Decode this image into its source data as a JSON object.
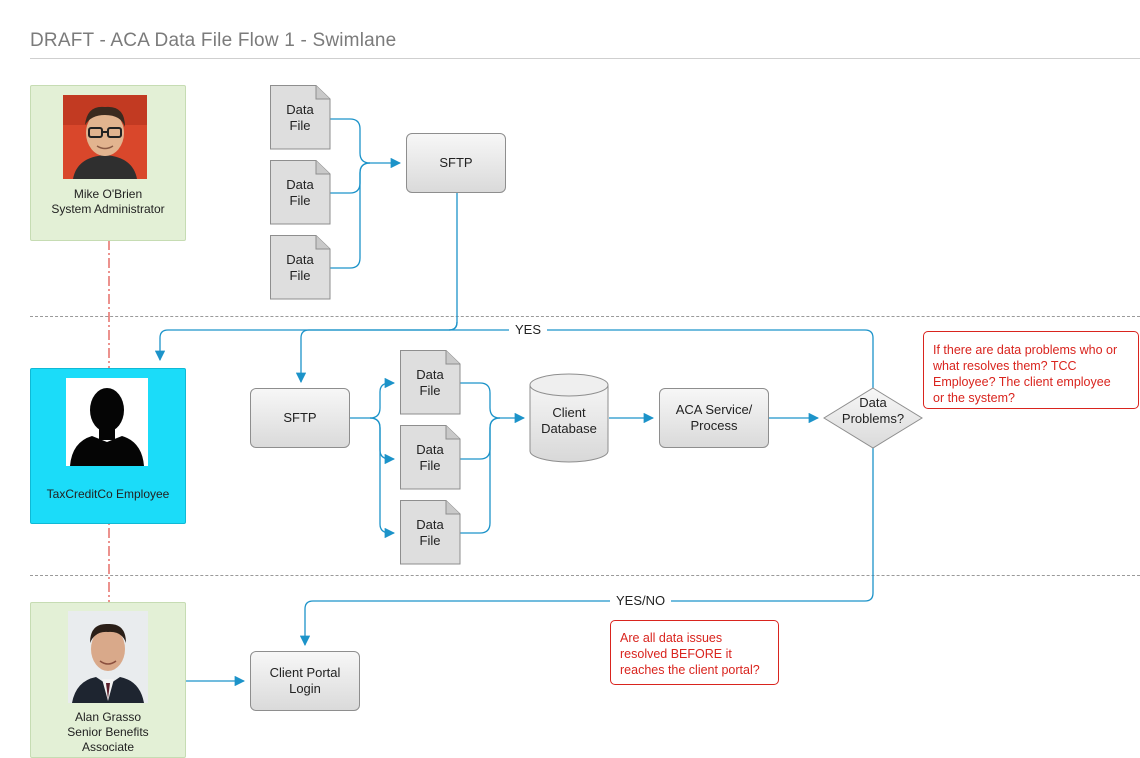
{
  "title": "DRAFT - ACA Data File Flow 1 - Swimlane",
  "actors": {
    "admin": {
      "name": "Mike O'Brien",
      "role": "System Administrator"
    },
    "employee": {
      "name": "TaxCreditCo Employee"
    },
    "associate": {
      "name": "Alan Grasso",
      "role_line1": "Senior Benefits",
      "role_line2": "Associate"
    }
  },
  "nodes": {
    "data_file_line1": "Data",
    "data_file_line2": "File",
    "sftp_top": "SFTP",
    "sftp_mid": "SFTP",
    "client_db_line1": "Client",
    "client_db_line2": "Database",
    "aca_line1": "ACA Service/",
    "aca_line2": "Process",
    "problems_line1": "Data",
    "problems_line2": "Problems?",
    "portal_line1": "Client Portal",
    "portal_line2": "Login"
  },
  "edge_labels": {
    "yes": "YES",
    "yes_no": "YES/NO"
  },
  "notes": {
    "data_problems": [
      "If there are data problems who or",
      "what resolves them? TCC",
      "Employee? The client employee",
      "or the system?"
    ],
    "issues_resolved": [
      "Are all data issues",
      "resolved BEFORE it",
      "reaches the client portal?"
    ]
  },
  "colors": {
    "connector": "#1c93c9",
    "lifeline": "#d9241e",
    "note": "#d9241e",
    "actor_lane": "#e3f0d6",
    "actor_active": "#1bdcf9"
  },
  "icons": [
    "person-photo",
    "person-silhouette",
    "document-shape",
    "database-cylinder",
    "decision-diamond"
  ]
}
